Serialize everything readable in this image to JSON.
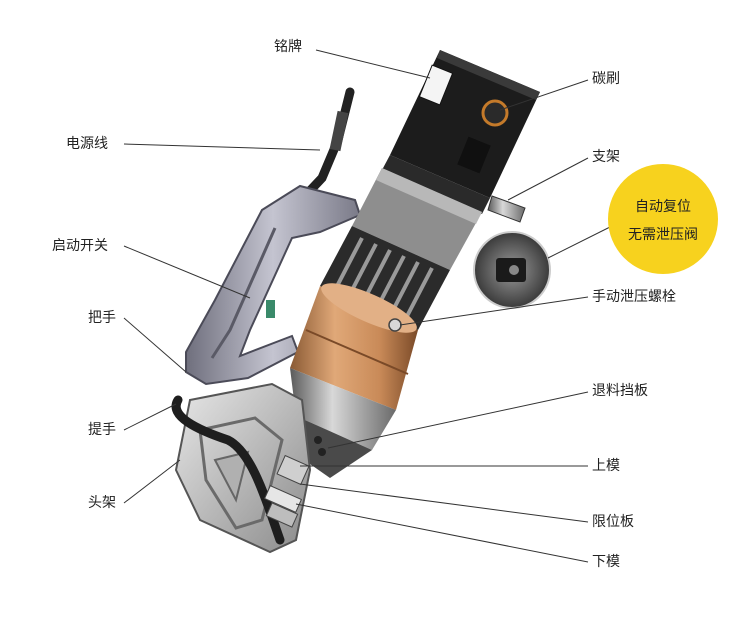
{
  "labels": {
    "nameplate": "铭牌",
    "power_cord": "电源线",
    "start_switch": "启动开关",
    "grip": "把手",
    "carry_handle": "提手",
    "head_frame": "头架",
    "carbon_brush": "碳刷",
    "bracket": "支架",
    "manual_relief_bolt": "手动泄压螺栓",
    "stripper_plate": "退料挡板",
    "upper_die": "上模",
    "limit_plate": "限位板",
    "lower_die": "下模"
  },
  "badge": {
    "line1": "自动复位",
    "line2": "无需泄压阀",
    "color": "#f7d21e"
  },
  "colors": {
    "motor_black": "#1c1c1c",
    "housing_gray": "#8e8e8e",
    "copper_ring": "#c98a58",
    "handle_gray": "#9a9aa8",
    "leader_line": "#333333"
  }
}
